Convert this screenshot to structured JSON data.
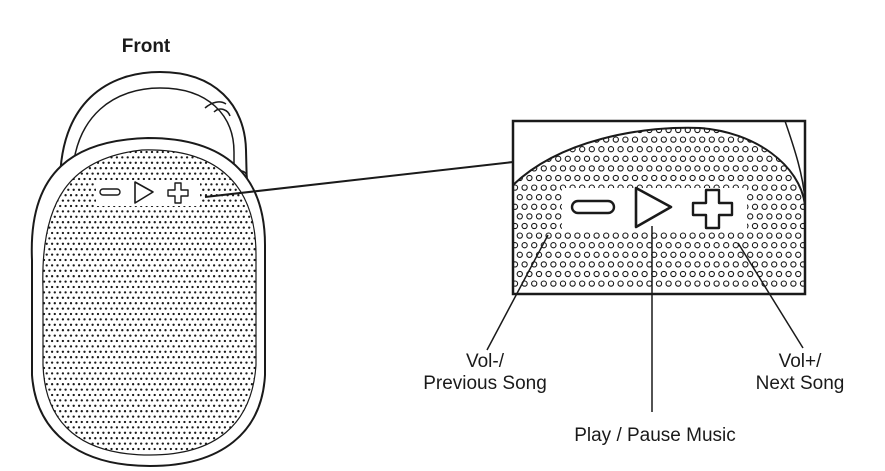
{
  "title": "Front",
  "labels": {
    "vol_minus": [
      "Vol-/",
      "Previous Song"
    ],
    "play_pause": "Play / Pause Music",
    "vol_plus": [
      "Vol+/",
      "Next Song"
    ]
  },
  "icons": {
    "minus": "minus-button-icon",
    "play": "play-button-icon",
    "plus": "plus-button-icon"
  },
  "colors": {
    "line": "#1a1a1a",
    "grille_hole": "#1a1a1a",
    "background": "#ffffff"
  }
}
